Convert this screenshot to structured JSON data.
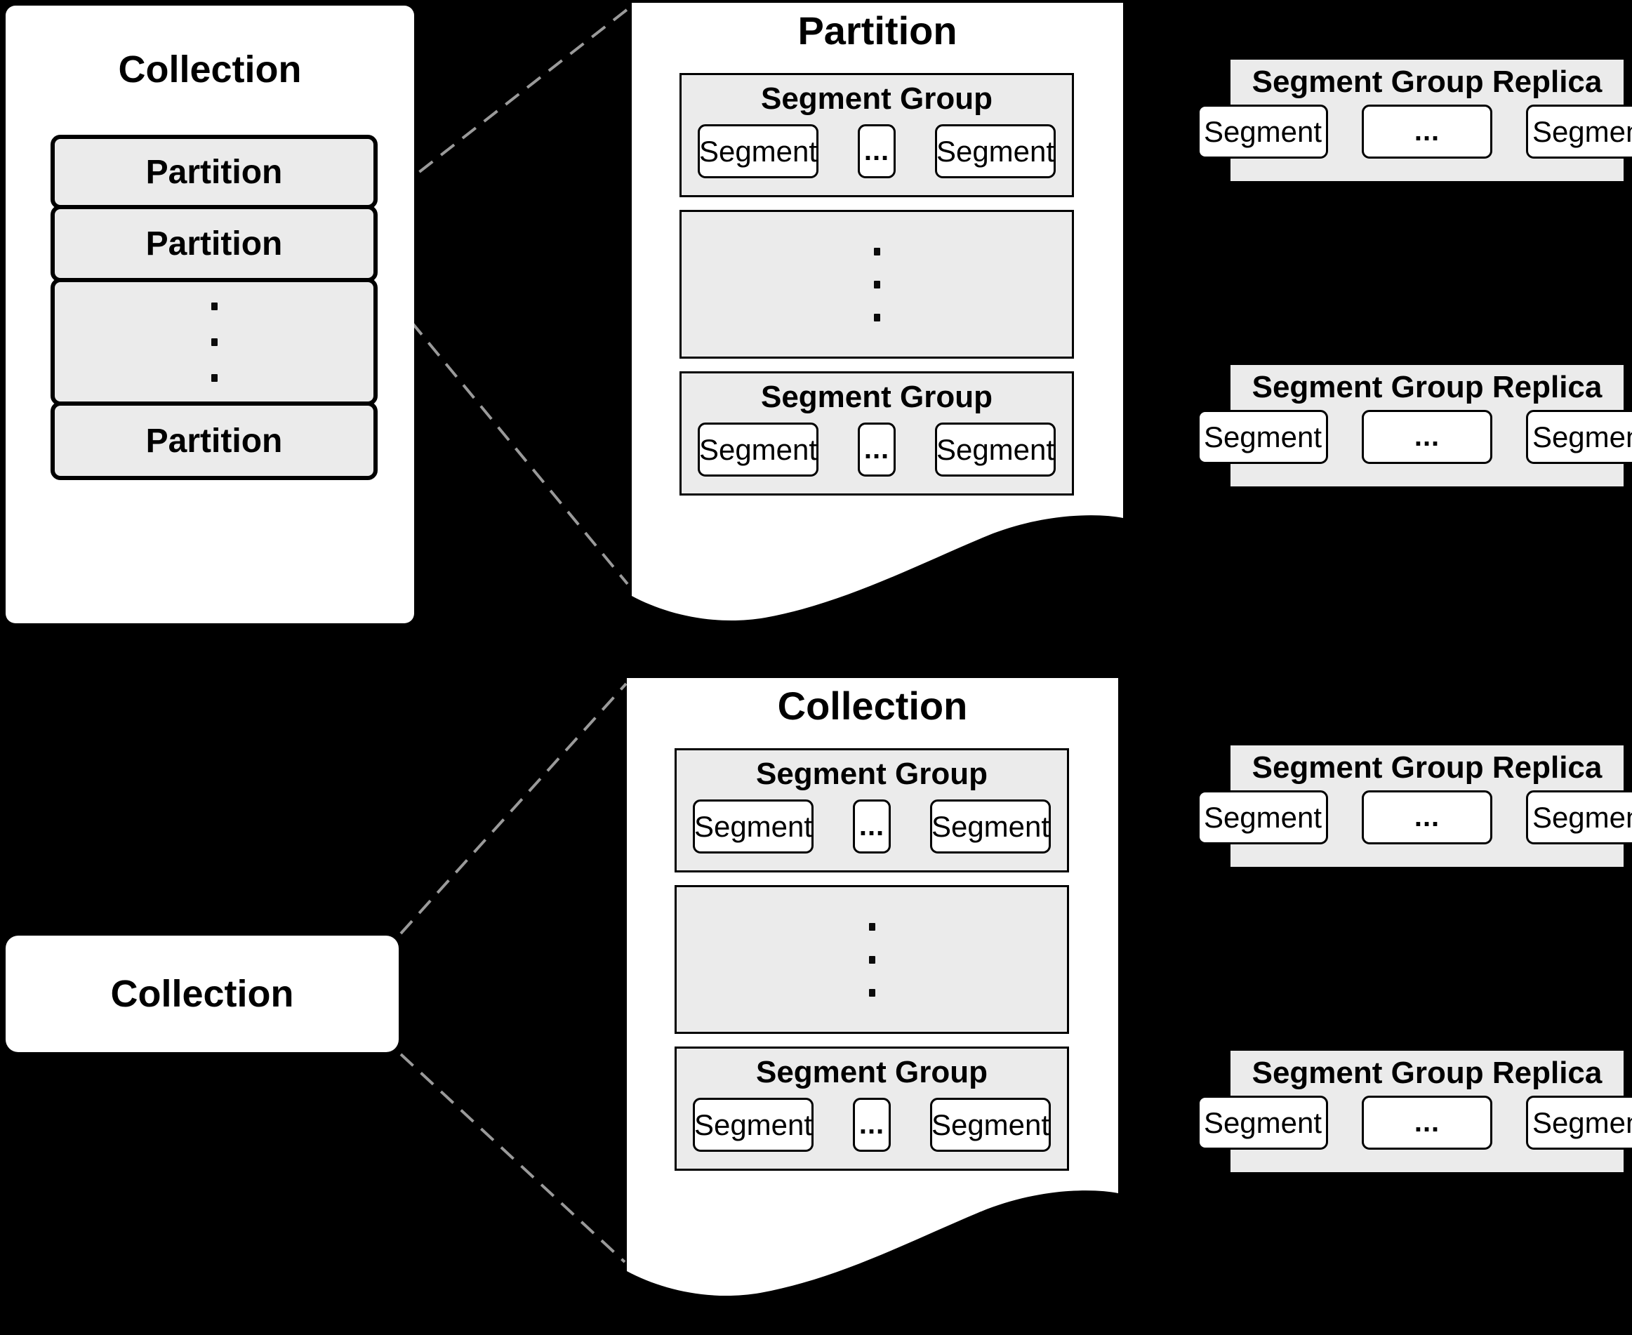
{
  "colors": {
    "background": "#000000",
    "panel_fill": "#ffffff",
    "box_fill": "#ebebeb",
    "border": "#000000",
    "dashed_line": "#9a9a9a"
  },
  "top": {
    "collection": {
      "title": "Collection",
      "partitions": {
        "p1": "Partition",
        "p2": "Partition",
        "p3": "Partition"
      }
    },
    "page": {
      "title": "Partition",
      "group1": {
        "title": "Segment Group",
        "seg1": "Segment",
        "dots": "...",
        "seg2": "Segment"
      },
      "group2": {
        "title": "Segment Group",
        "seg1": "Segment",
        "dots": "...",
        "seg2": "Segment"
      }
    },
    "replica1": {
      "title": "Segment Group Replica",
      "seg1": "Segment",
      "dots": "...",
      "seg2": "Segment"
    },
    "replica2": {
      "title": "Segment Group Replica",
      "seg1": "Segment",
      "dots": "...",
      "seg2": "Segment"
    }
  },
  "bottom": {
    "label": {
      "title": "Collection"
    },
    "page": {
      "title": "Collection",
      "group1": {
        "title": "Segment Group",
        "seg1": "Segment",
        "dots": "...",
        "seg2": "Segment"
      },
      "group2": {
        "title": "Segment Group",
        "seg1": "Segment",
        "dots": "...",
        "seg2": "Segment"
      }
    },
    "replica1": {
      "title": "Segment Group Replica",
      "seg1": "Segment",
      "dots": "...",
      "seg2": "Segment"
    },
    "replica2": {
      "title": "Segment Group Replica",
      "seg1": "Segment",
      "dots": "...",
      "seg2": "Segment"
    }
  }
}
